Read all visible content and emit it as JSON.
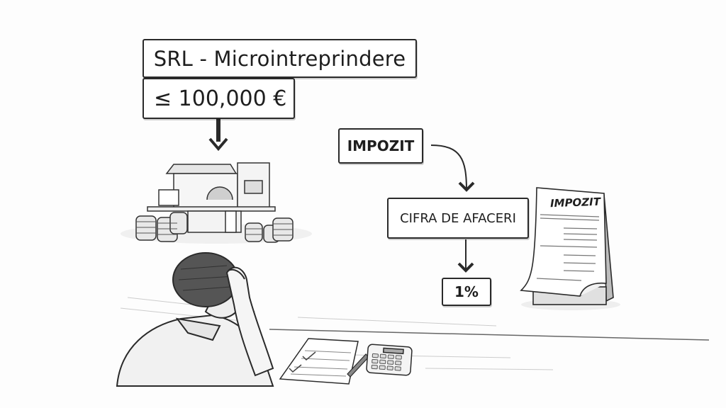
{
  "diagram": {
    "top_box": {
      "title": "SRL - Microintreprindere",
      "threshold": "≤ 100,000 €"
    },
    "flow": {
      "start": "IMPOZIT",
      "middle": "CIFRA DE AFACERI",
      "result": "1%"
    },
    "document": {
      "title": "IMPOZIT"
    },
    "illustrations": [
      "storefront-with-coin-stacks",
      "stressed-man-at-desk",
      "paper-with-checkmarks",
      "pen",
      "calculator",
      "tax-document-pad"
    ],
    "colors": {
      "background": "#fdfdfd",
      "ink": "#2a2a2a",
      "box_fill": "#ffffff"
    }
  }
}
